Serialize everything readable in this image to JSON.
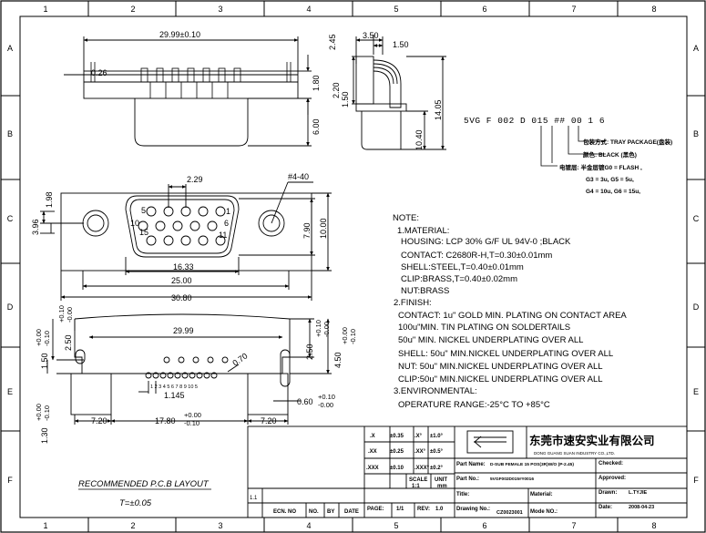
{
  "grid": {
    "columns": [
      "1",
      "2",
      "3",
      "4",
      "5",
      "6",
      "7",
      "8"
    ],
    "rows": [
      "A",
      "B",
      "C",
      "D",
      "E",
      "F"
    ]
  },
  "top_view": {
    "dim_width": "29.99±0.10",
    "dim_lead": "0.26",
    "dim_flange": "1.80",
    "dim_height": "6.00"
  },
  "side_view": {
    "dim_top": "2.45",
    "dim_350": "3.50",
    "dim_150": "1.50",
    "dim_220": "2.20",
    "dim_150b": "1.50",
    "dim_1040": "10.40",
    "dim_1405": "14.05"
  },
  "front_view": {
    "dim_pitch": "2.29",
    "dim_hole": "#4-40",
    "dim_198": "1.98",
    "dim_396": "3.96",
    "dim_1633": "16.33",
    "dim_2500": "25.00",
    "dim_3080": "30.80",
    "dim_790": "7.90",
    "dim_1000": "10.00",
    "pin_labels": [
      "5",
      "1",
      "10",
      "6",
      "15",
      "11"
    ]
  },
  "part_code": {
    "code": "5VG F 002 D 015 ## 00 1 6",
    "legend": [
      "包装方式: TRAY PACKAGE(盘装)",
      "颜色: BLACK (黑色)",
      "电镀层: 半金层镀G0 = FLASH ,",
      "G3 = 3u, G5 = 5u,",
      "G4 = 10u, G6 = 15u,"
    ]
  },
  "notes": {
    "lines": [
      "NOTE:",
      "1.MATERIAL:",
      "HOUSING: LCP   30% G/F UL 94V-0 ;BLACK",
      "CONTACT:   C2680R-H,T=0.30±0.01mm",
      "SHELL:STEEL,T=0.40±0.01mm",
      "CLIP:BRASS,T=0.40±0.02mm",
      "NUT:BRASS",
      "2.FINISH:",
      "CONTACT: 1u\" GOLD MIN. PLATING ON CONTACT AREA",
      "100u\"MIN. TIN PLATING ON SOLDERTAILS",
      "50u\" MIN. NICKEL UNDERPLATING OVER ALL",
      "SHELL: 50u\" MIN.NICKEL UNDERPLATING OVER ALL",
      "NUT: 50u\" MIN.NICKEL UNDERPLATING OVER ALL",
      "CLIP:50u\" MIN.NICKEL UNDERPLATING OVER ALL",
      "3.ENVIRONMENTAL:",
      "OPERATURE RANGE:-25°C TO +85°C"
    ]
  },
  "pcb_layout": {
    "dim_2999": "29.99",
    "dim_070": "0.70",
    "dim_1145": "1.145",
    "dim_720a": "7.20",
    "dim_1780": "17.80",
    "tol_1780_plus": "+0.00",
    "tol_1780_minus": "-0.10",
    "dim_720b": "7.20",
    "dim_250l": "2.50",
    "tol_250l_plus": "+0.10",
    "tol_250l_minus": "-0.00",
    "dim_150l": "1.50",
    "tol_150l_plus": "+0.00",
    "tol_150l_minus": "-0.10",
    "dim_130l": "1.30",
    "tol_130l_plus": "+0.00",
    "tol_130l_minus": "-0.10",
    "dim_250r": "2.50",
    "tol_250r_plus": "+0.10",
    "tol_250r_minus": "-0.00",
    "dim_450r": "4.50",
    "tol_450r_plus": "+0.00",
    "tol_450r_minus": "-0.10",
    "dim_060r": "0.60",
    "tol_060r_plus": "+0.10",
    "tol_060r_minus": "-0.00",
    "pin_numbers_bottom": "1 2 3 4 5 6 7 8 9 10 5",
    "title": "RECOMMENDED  P.C.B  LAYOUT",
    "tolerance": "T=±0.05"
  },
  "title_block": {
    "tolerances": [
      [
        ".X",
        "±0.35",
        ".X°",
        "±1.0°"
      ],
      [
        ".XX",
        "±0.25",
        ".XX°",
        "±0.5°"
      ],
      [
        ".XXX",
        "±0.10",
        ".XXX°",
        "±0.2°"
      ]
    ],
    "scale_label": "SCALE",
    "scale_value": "1:1",
    "unit_label": "UNIT",
    "unit_value": "mm",
    "company_cn": "东莞市速安实业有限公司",
    "company_en": "DONG GUANG SUAN INDUSTRY CO.,LTD.",
    "part_name_label": "Part Name:",
    "part_name": "D-SUB FEMALE 15 POS(3R)W/O (P-2.45)",
    "part_no_label": "Part No.:",
    "part_no": "5VGF002D015##0016",
    "title_label": "Title:",
    "drawing_no_label": "Drawing No.:",
    "drawing_no": "CZ0023001",
    "material_label": "Material:",
    "mode_no_label": "Mode NO.:",
    "checked_label": "Checked:",
    "approved_label": "Approved:",
    "drawn_label": "Drawn:",
    "drawn_value": "L.TYJIE",
    "date_label": "Date:",
    "date_value": "2008-04-23",
    "page_label": "PAGE:",
    "page_value": "1/1",
    "rev_label": "REV:",
    "rev_value": "1.0",
    "rev_table_row": "1.1",
    "rev_table_headers": [
      "ECN. NO",
      "NO.",
      "BY",
      "DATE"
    ]
  }
}
